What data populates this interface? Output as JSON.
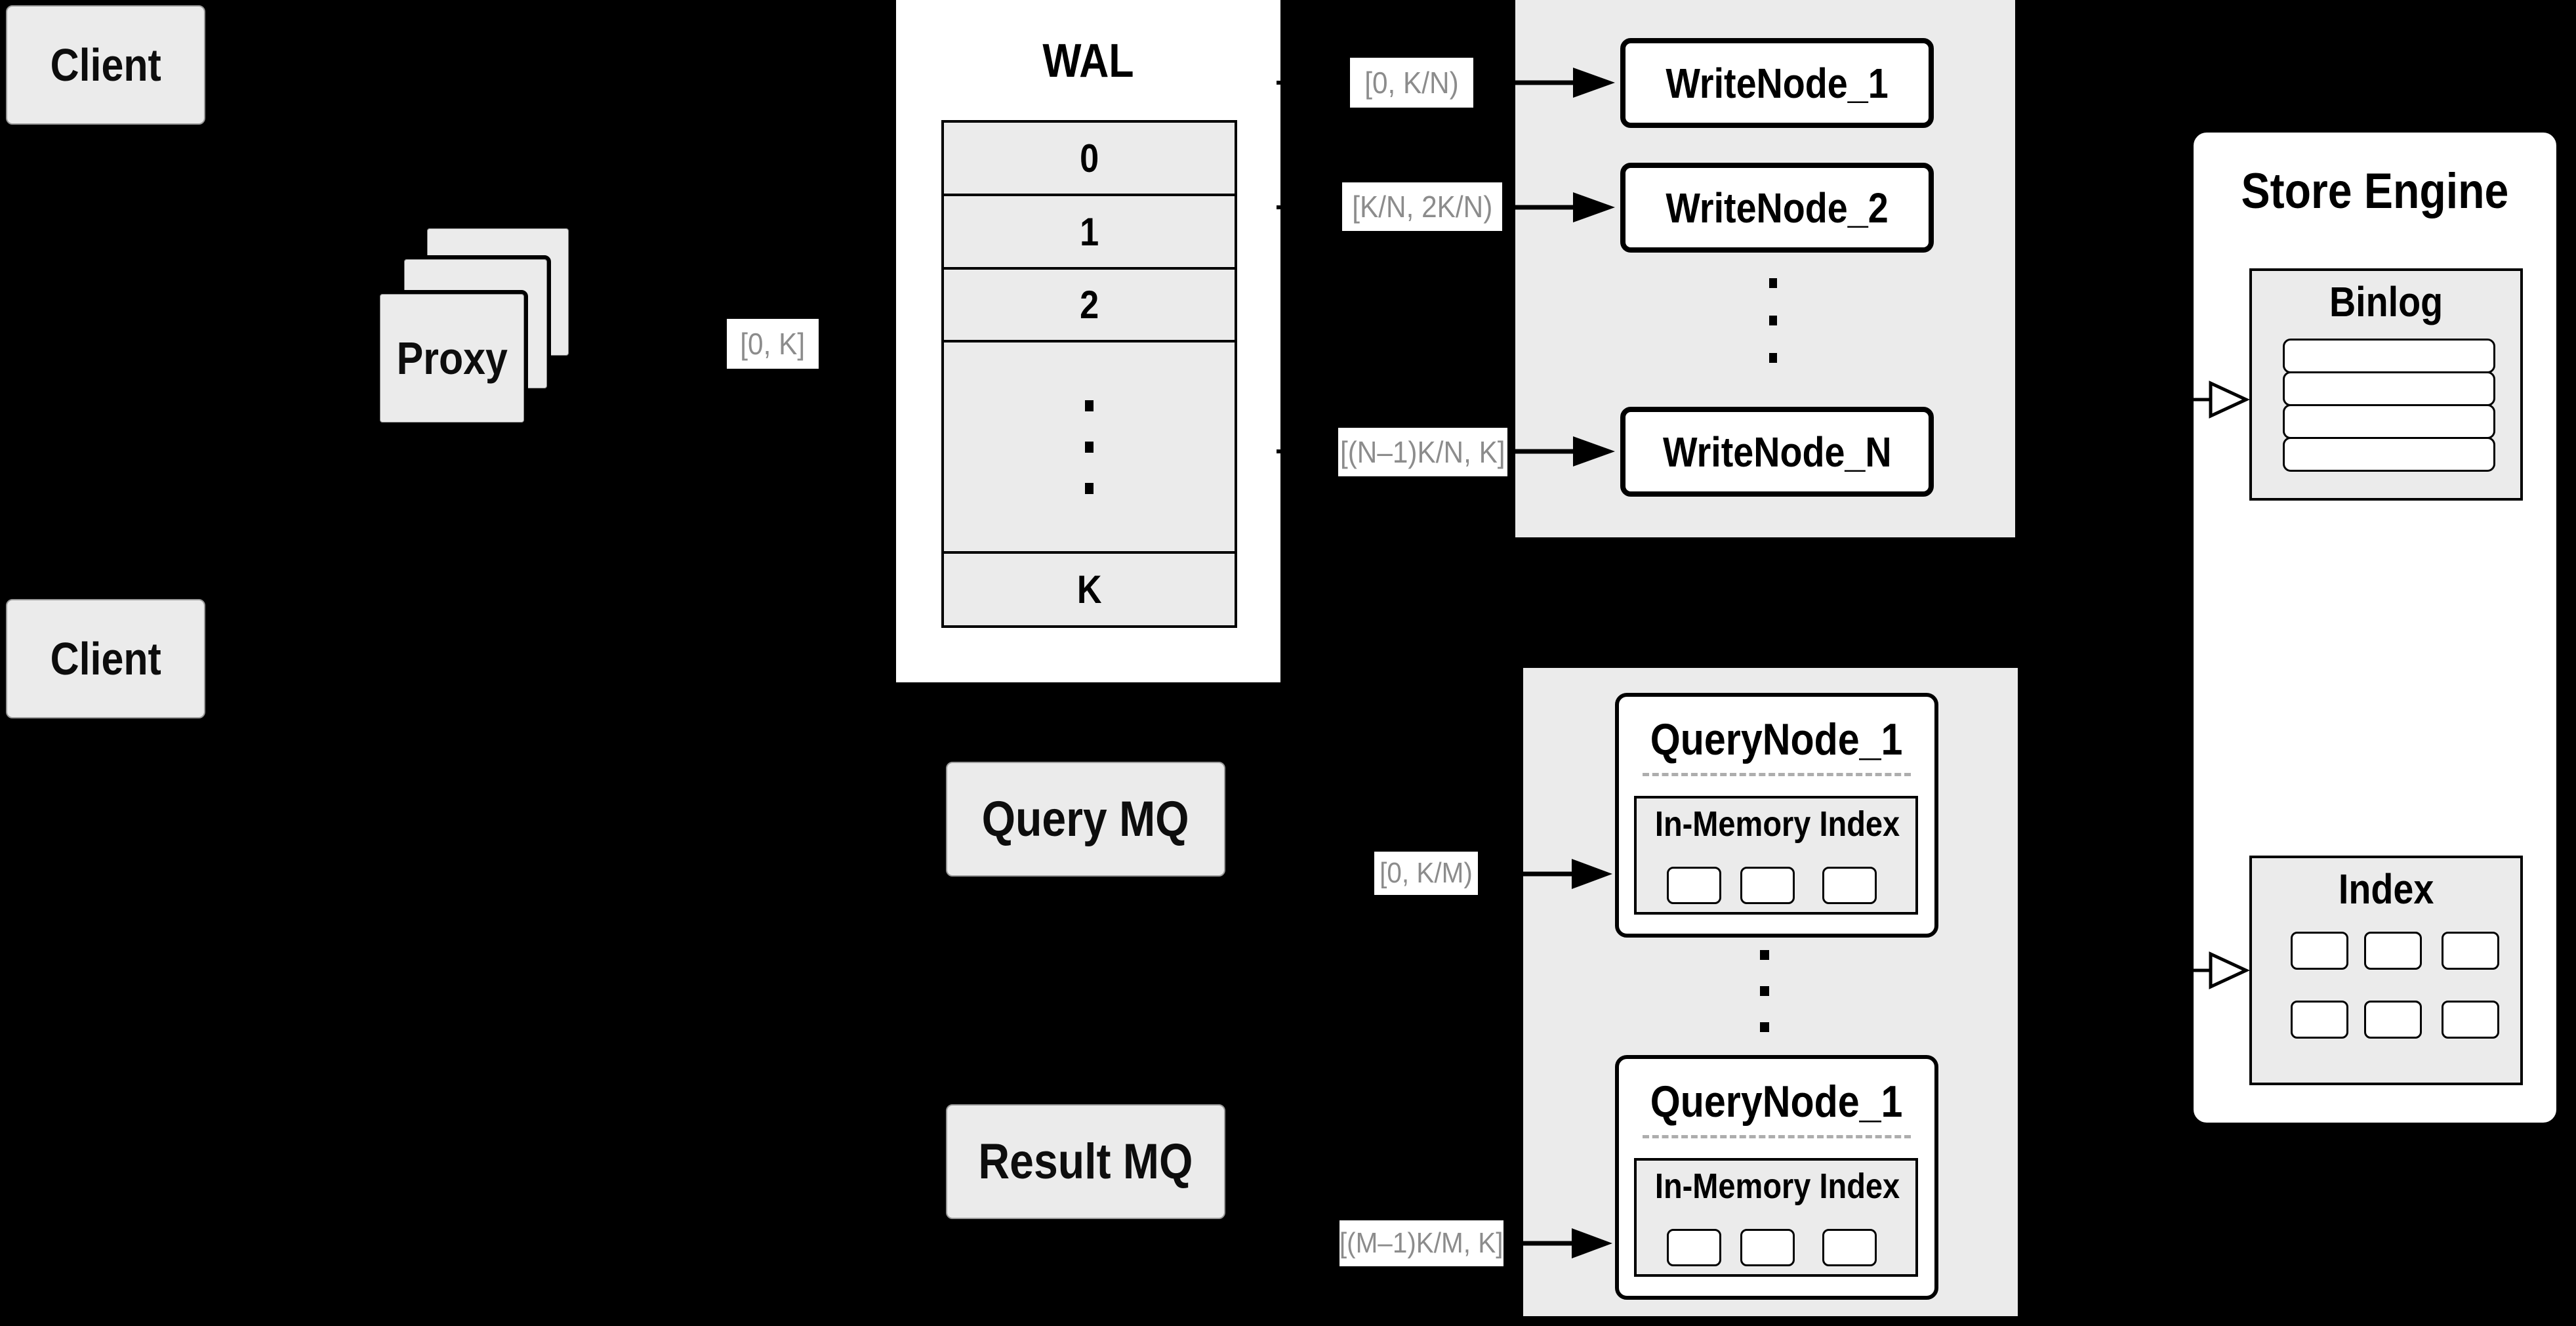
{
  "colors": {
    "background": "#000000",
    "card_fill": "#ebebeb",
    "box_fill": "#ffffff",
    "line": "#000000",
    "range_text": "#8c8c8c"
  },
  "client_top": {
    "label": "Client"
  },
  "client_bottom": {
    "label": "Client"
  },
  "proxy": {
    "label": "Proxy",
    "range": "[0, K]"
  },
  "wal": {
    "title": "WAL",
    "cells": [
      "0",
      "1",
      "2"
    ],
    "tail_cell": "K"
  },
  "write_cluster": {
    "nodes": [
      {
        "label": "WriteNode_1",
        "range": "[0, K/N)"
      },
      {
        "label": "WriteNode_2",
        "range": "[K/N, 2K/N)"
      },
      {
        "label": "WriteNode_N",
        "range": "[(N–1)K/N, K]"
      }
    ]
  },
  "store_engine": {
    "title": "Store Engine",
    "binlog": {
      "title": "Binlog"
    },
    "index": {
      "title": "Index"
    }
  },
  "query_cluster": {
    "query_mq": "Query MQ",
    "result_mq": "Result MQ",
    "nodes": [
      {
        "label": "QueryNode_1",
        "memory_index": "In-Memory Index",
        "range": "[0, K/M)"
      },
      {
        "label": "QueryNode_1",
        "memory_index": "In-Memory Index",
        "range": "[(M–1)K/M, K]"
      }
    ]
  }
}
